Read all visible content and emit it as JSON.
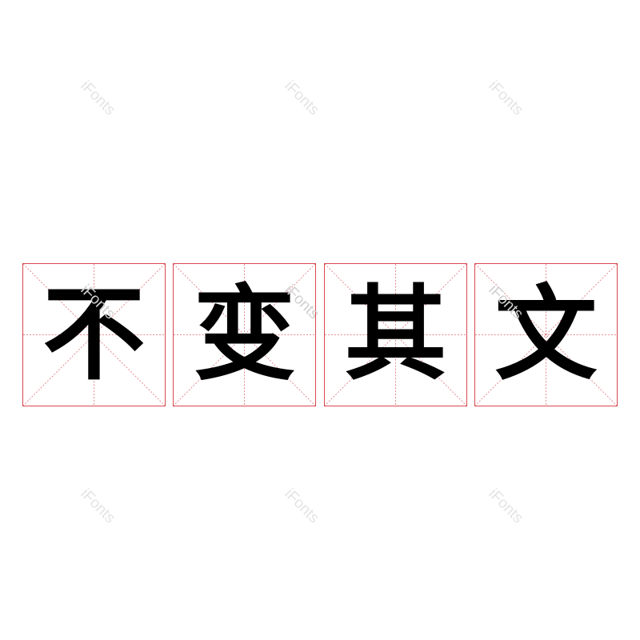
{
  "phrase": {
    "characters": [
      "不",
      "变",
      "其",
      "文"
    ]
  },
  "watermark": {
    "text": "iFonts",
    "color": "#e4e4e4"
  },
  "grid": {
    "border_color": "#d9484f",
    "guide_color": "#e58a8f"
  }
}
